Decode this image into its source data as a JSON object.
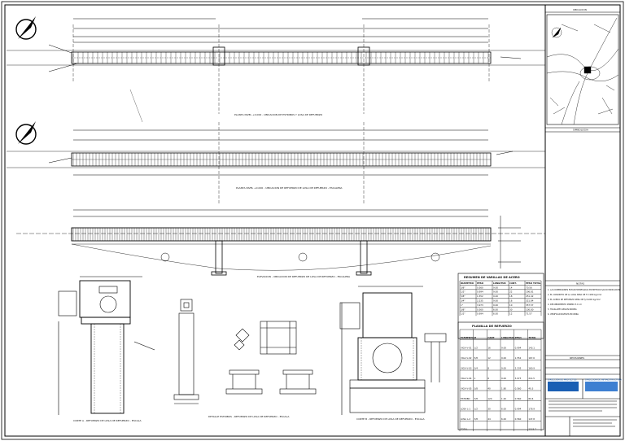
{
  "drawing": {
    "title_block": {
      "location_map_title": "UBICACION",
      "legend_title": "SIMBOLOGIA",
      "notes_title": "NOTAS",
      "revisions_title": "REVISIONES",
      "logo_left_text": "DIRECCIÓN DE PROYECTOS",
      "logo_right_text": "DIRECCION DE INFRAESTRUCTURA"
    },
    "views": {
      "plan_upper_caption": "PLANTA NIVEL +0.000 - UBICACION DE ESTRIBOS Y LOSA DE REFUERZO",
      "plan_lower_caption": "PLANTA NIVEL +0.000 - UBICACION DE REFUERZO DE LOSA DE REFUERZO - ESCALERA",
      "elevation_caption": "ELEVACION - UBICACION DE REFUERZO DE LOSA DE REFUERZO - ESCALERA",
      "detail_captions": [
        "CORTE A - REFUERZO DE LOSA DE REFUERZO - ESCALA",
        "DETALLE ESTRIBOS - REFUERZO DE LOSA DE REFUERZO - ESCALA",
        "CORTE B - REFUERZO DE LOSA DE REFUERZO - ESCALA"
      ]
    },
    "rebar_summary": {
      "title": "RESUMEN DE VARILLAS DE ACERO",
      "headers": [
        "DIAMETRO",
        "PESO",
        "LONGITUD",
        "CANT.",
        "PESO TOTAL"
      ],
      "rows": [
        [
          "3/8\"",
          "0.560",
          "9.00",
          "14",
          "70.56"
        ],
        [
          "1/2\"",
          "0.994",
          "9.00",
          "22",
          "196.81"
        ],
        [
          "5/8\"",
          "1.552",
          "9.00",
          "18",
          "251.42"
        ],
        [
          "3/4\"",
          "2.235",
          "9.00",
          "16",
          "321.84"
        ],
        [
          "1\"",
          "3.973",
          "9.00",
          "10",
          "357.57"
        ],
        [
          "3/8\"",
          "0.560",
          "6.00",
          "30",
          "100.80"
        ],
        [
          "1/2\"",
          "0.994",
          "6.00",
          "12",
          "71.57"
        ]
      ],
      "total_label": "TOTAL"
    },
    "bar_schedule": {
      "title": "PLANILLA DE REFUERZO",
      "headers": [
        "ELEMENTO",
        "Ø",
        "CANT.",
        "LONGITUD",
        "PESO",
        "TOTAL"
      ],
      "rows": [
        [
          "VIGA V-01",
          "1/2",
          "16",
          "9.00",
          "0.994",
          "143.1"
        ],
        [
          "VIGA V-02",
          "5/8",
          "12",
          "9.00",
          "1.552",
          "167.6"
        ],
        [
          "VIGA V-03",
          "3/4",
          "8",
          "9.00",
          "2.235",
          "160.9"
        ],
        [
          "VIGA V-04",
          "1",
          "6",
          "9.00",
          "3.973",
          "214.5"
        ],
        [
          "VIGA V-05",
          "3/8",
          "40",
          "1.80",
          "0.560",
          "40.3"
        ],
        [
          "ESTRIBO",
          "3/8",
          "120",
          "1.20",
          "0.560",
          "80.6"
        ],
        [
          "LOSA L-1",
          "1/2",
          "30",
          "6.00",
          "0.994",
          "178.9"
        ],
        [
          "LOSA L-2",
          "3/8",
          "44",
          "6.00",
          "0.560",
          "147.8"
        ],
        [
          "TOTAL",
          "",
          "",
          "",
          "",
          "1133.7"
        ]
      ]
    },
    "notes": [
      "1. LAS DIMENSIONES ESTAN EXPRESADAS EN METROS SALVO INDICACION",
      "2. EL CONCRETO DE LA LOSA SERA DE f'c=280 kg/cm2",
      "3. EL ACERO DE REFUERZO SERA DE fy=4200 kg/cm2",
      "4. RECUBRIMIENTO MINIMO 5.0 cm",
      "5. TRASLAPES SEGUN NORMA",
      "6. VERIFICAR NIVELES EN OBRA"
    ]
  }
}
